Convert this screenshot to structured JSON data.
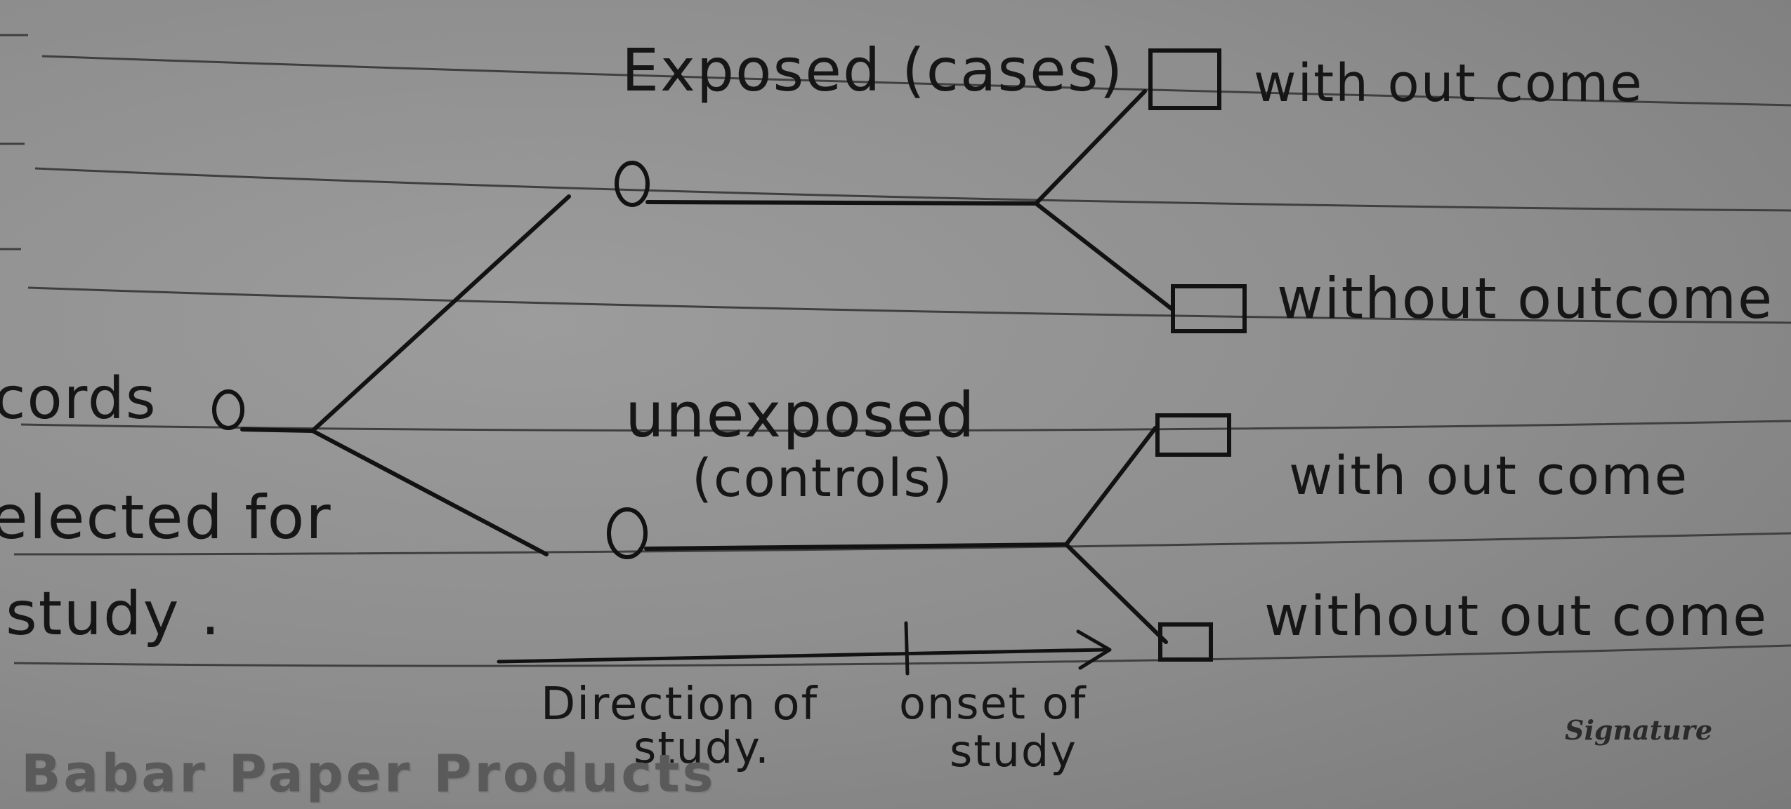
{
  "labels": {
    "exposed": "Exposed (cases)",
    "unexposed": "unexposed",
    "controls": "(controls)",
    "records": "records",
    "selected_for": "selected for",
    "study": "study .",
    "outcome_1": "with out come",
    "outcome_2": "without outcome",
    "outcome_3": "with out come",
    "outcome_4": "without out come",
    "direction_1": "Direction of",
    "direction_2": "study.",
    "onset_1": "onset of",
    "onset_2": "study"
  },
  "footer": {
    "brand": "Babar Paper Products",
    "signature": "Signature"
  },
  "colors": {
    "paper": "#8e8e8e",
    "ink": "#121212",
    "rule_lines": "#3f3f3f"
  }
}
